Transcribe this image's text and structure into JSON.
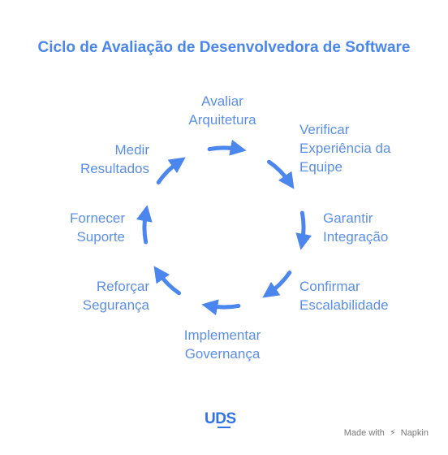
{
  "title": "Ciclo de Avaliação de Desenvolvedora de Software",
  "colors": {
    "accent": "#4a86ee",
    "text": "#5b8fe8",
    "logo": "#2f73e8"
  },
  "steps": [
    {
      "lines": [
        "Avaliar",
        "Arquitetura"
      ]
    },
    {
      "lines": [
        "Verificar",
        "Experiência da",
        "Equipe"
      ]
    },
    {
      "lines": [
        "Garantir",
        "Integração"
      ]
    },
    {
      "lines": [
        "Confirmar",
        "Escalabilidade"
      ]
    },
    {
      "lines": [
        "Implementar",
        "Governança"
      ]
    },
    {
      "lines": [
        "Reforçar",
        "Segurança"
      ]
    },
    {
      "lines": [
        "Fornecer",
        "Suporte"
      ]
    },
    {
      "lines": [
        "Medir",
        "Resultados"
      ]
    }
  ],
  "logo": {
    "text": "UDS"
  },
  "watermark": {
    "prefix": "Made with",
    "brand": "Napkin",
    "icon": "napkin-icon"
  }
}
